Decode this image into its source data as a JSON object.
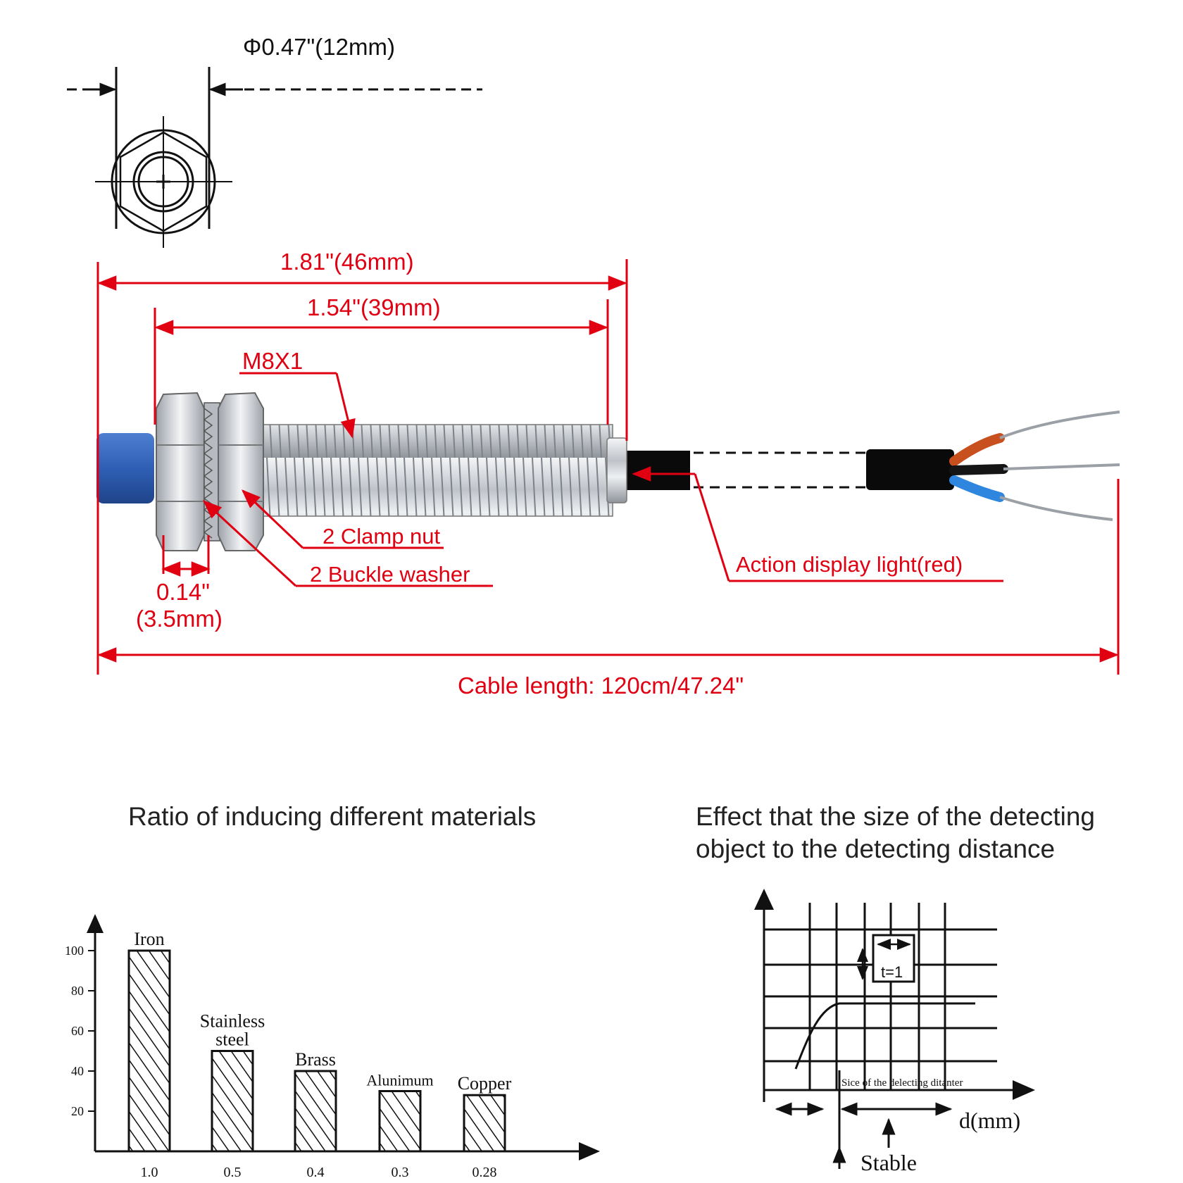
{
  "colors": {
    "annotation_red": "#e00012",
    "line_black": "#111111",
    "probe_blue": "#2f5fb5",
    "steel": "#c9ccd1",
    "cable_black": "#0a0a0a",
    "wire_brown": "#c8501e",
    "wire_blue": "#2e86de"
  },
  "drawing": {
    "diameter_label": "Φ0.47\"(12mm)",
    "length_total_label": "1.81\"(46mm)",
    "length_thread_label": "1.54\"(39mm)",
    "thread_label": "M8X1",
    "clamp_nut_label": "2 Clamp nut",
    "buckle_washer_label": "2 Buckle washer",
    "nut_width_label_1": "0.14\"",
    "nut_width_label_2": "(3.5mm)",
    "light_label": "Action display light(red)",
    "cable_label": "Cable length: 120cm/47.24\""
  },
  "materials_chart": {
    "title": "Ratio of inducing different materials",
    "chart_data": {
      "type": "bar",
      "categories": [
        "Iron",
        "Stainless steel",
        "Brass",
        "Alunimum",
        "Copper"
      ],
      "category_label_lines": [
        [
          "Iron"
        ],
        [
          "Stainless",
          "steel"
        ],
        [
          "Brass"
        ],
        [
          "Alunimum"
        ],
        [
          "Copper"
        ]
      ],
      "ratio_labels": [
        "1.0",
        "0.5",
        "0.4",
        "0.3",
        "0.28"
      ],
      "values": [
        100,
        50,
        40,
        30,
        28
      ],
      "yticks": [
        "20",
        "40",
        "60",
        "80",
        "100"
      ],
      "ylim": [
        0,
        100
      ]
    }
  },
  "size_chart": {
    "title_line1": "Effect that the size of the detecting",
    "title_line2": "object to the detecting distance",
    "inset_label": "t=1",
    "inner_label": "Sice of the delecting ditanter",
    "x_axis_label": "d(mm)",
    "stable_label": "Stable"
  }
}
